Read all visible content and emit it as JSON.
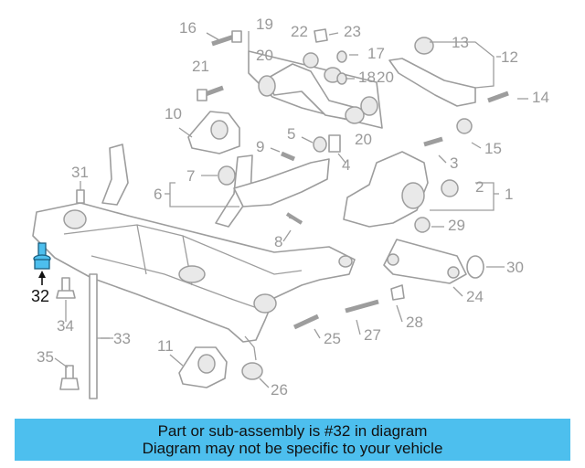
{
  "highlight_color": "#4dbfee",
  "banner": {
    "line1": "Part or sub-assembly is #32 in diagram",
    "line2": "Diagram may not be specific to your vehicle"
  },
  "callouts": {
    "c1": "1",
    "c2": "2",
    "c3": "3",
    "c4": "4",
    "c5": "5",
    "c6": "6",
    "c7": "7",
    "c8": "8",
    "c9": "9",
    "c10": "10",
    "c11": "11",
    "c12": "12",
    "c13": "13",
    "c14": "14",
    "c15": "15",
    "c16": "16",
    "c17": "17",
    "c18": "18",
    "c19": "19",
    "c20a": "20",
    "c20b": "20",
    "c20c": "20",
    "c21": "21",
    "c22": "22",
    "c23": "23",
    "c24": "24",
    "c25": "25",
    "c26": "26",
    "c27": "27",
    "c28": "28",
    "c29": "29",
    "c30": "30",
    "c31": "31",
    "c32": "32",
    "c33": "33",
    "c34": "34",
    "c35": "35"
  }
}
